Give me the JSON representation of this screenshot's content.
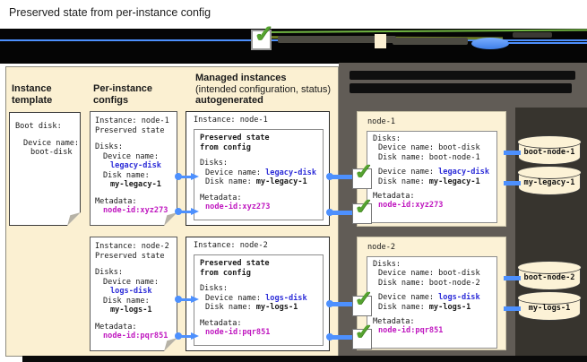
{
  "title": "Preserved state from per-instance config",
  "legend": {
    "applied_icon": "green-checkmark",
    "preserved_swatch_icon": "beige-box",
    "stateful_pill_icon": "blue-disk-pill"
  },
  "headers": {
    "instance_template_l1": "Instance",
    "instance_template_l2": "template",
    "per_instance_l1": "Per-instance",
    "per_instance_l2": "configs",
    "managed_l1": "Managed instances",
    "managed_l2": "(intended configuration, status)",
    "managed_l3": "autogenerated"
  },
  "template_card": {
    "boot_disk_label": "Boot disk:",
    "device_name_label": "Device name:",
    "device_name_value": "boot-disk"
  },
  "config_cards": [
    {
      "instance": "Instance: node-1",
      "preserved": "Preserved state",
      "disks_label": "Disks:",
      "device_label": "Device name:",
      "device_value": "legacy-disk",
      "disk_label": "Disk name:",
      "disk_value": "my-legacy-1",
      "metadata_label": "Metadata:",
      "metadata_value": "node-id:xyz273"
    },
    {
      "instance": "Instance: node-2",
      "preserved": "Preserved state",
      "disks_label": "Disks:",
      "device_label": "Device name:",
      "device_value": "logs-disk",
      "disk_label": "Disk name:",
      "disk_value": "my-logs-1",
      "metadata_label": "Metadata:",
      "metadata_value": "node-id:pqr851"
    }
  ],
  "managed_cards": [
    {
      "title": "Instance: node-1",
      "preserved_l1": "Preserved state",
      "preserved_l2": "from config",
      "disks_label": "Disks:",
      "device_label": "Device name:",
      "device_value": "legacy-disk",
      "disk_label": "Disk name:",
      "disk_value": "my-legacy-1",
      "metadata_label": "Metadata:",
      "metadata_value": "node-id:xyz273"
    },
    {
      "title": "Instance: node-2",
      "preserved_l1": "Preserved state",
      "preserved_l2": "from config",
      "disks_label": "Disks:",
      "device_label": "Device name:",
      "device_value": "logs-disk",
      "disk_label": "Disk name:",
      "disk_value": "my-logs-1",
      "metadata_label": "Metadata:",
      "metadata_value": "node-id:pqr851"
    }
  ],
  "node_cards": [
    {
      "title": "node-1",
      "disks_label": "Disks:",
      "boot_device_label": "Device name:",
      "boot_device_value": "boot-disk",
      "boot_disk_label": "Disk name:",
      "boot_disk_value": "boot-node-1",
      "stateful_device_label": "Device name:",
      "stateful_device_value": "legacy-disk",
      "stateful_disk_label": "Disk name:",
      "stateful_disk_value": "my-legacy-1",
      "metadata_label": "Metadata:",
      "metadata_value": "node-id:xyz273"
    },
    {
      "title": "node-2",
      "disks_label": "Disks:",
      "boot_device_label": "Device name:",
      "boot_device_value": "boot-disk",
      "boot_disk_label": "Disk name:",
      "boot_disk_value": "boot-node-2",
      "stateful_device_label": "Device name:",
      "stateful_device_value": "logs-disk",
      "stateful_disk_label": "Disk name:",
      "stateful_disk_value": "my-logs-1",
      "metadata_label": "Metadata:",
      "metadata_value": "node-id:pqr851"
    }
  ],
  "cylinders": [
    "boot-node-1",
    "my-legacy-1",
    "boot-node-2",
    "my-logs-1"
  ],
  "check_glyph": "✓",
  "colors": {
    "accent_blue": "#4d90fe",
    "value_blue": "#2d2dd8",
    "value_magenta": "#c019c0",
    "check_green": "#55a330",
    "panel_beige": "#fbf0d2",
    "panel_gray": "#615c56"
  }
}
